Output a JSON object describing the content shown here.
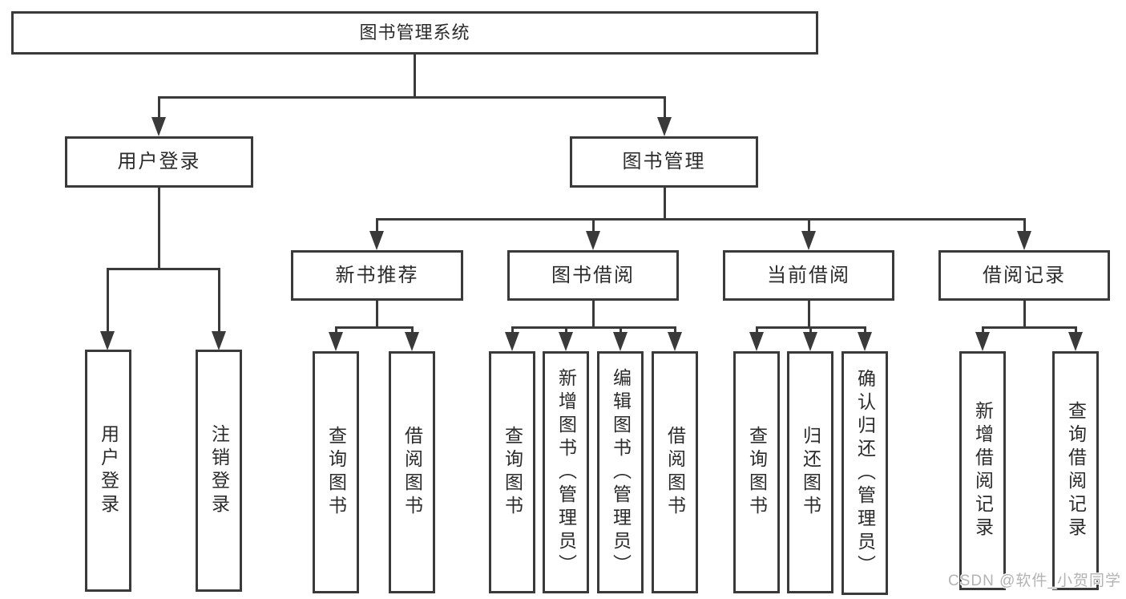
{
  "diagram": {
    "root": {
      "label": "图书管理系统"
    },
    "branches": [
      {
        "label": "用户登录",
        "children": [
          {
            "label": "用户登录"
          },
          {
            "label": "注销登录"
          }
        ]
      },
      {
        "label": "图书管理",
        "children": [
          {
            "label": "新书推荐",
            "children": [
              {
                "label": "查询图书"
              },
              {
                "label": "借阅图书"
              }
            ]
          },
          {
            "label": "图书借阅",
            "children": [
              {
                "label": "查询图书"
              },
              {
                "label": "新增图书（管理员）"
              },
              {
                "label": "编辑图书（管理员）"
              },
              {
                "label": "借阅图书"
              }
            ]
          },
          {
            "label": "当前借阅",
            "children": [
              {
                "label": "查询图书"
              },
              {
                "label": "归还图书"
              },
              {
                "label": "确认归还（管理员）"
              }
            ]
          },
          {
            "label": "借阅记录",
            "children": [
              {
                "label": "新增借阅记录"
              },
              {
                "label": "查询借阅记录"
              }
            ]
          }
        ]
      }
    ]
  },
  "watermark": {
    "text": "CSDN @软件_小贺同学"
  },
  "colors": {
    "line": "#3a3a3a",
    "text": "#2b2b2b",
    "watermark": "#b3b3b3",
    "background": "#ffffff"
  }
}
